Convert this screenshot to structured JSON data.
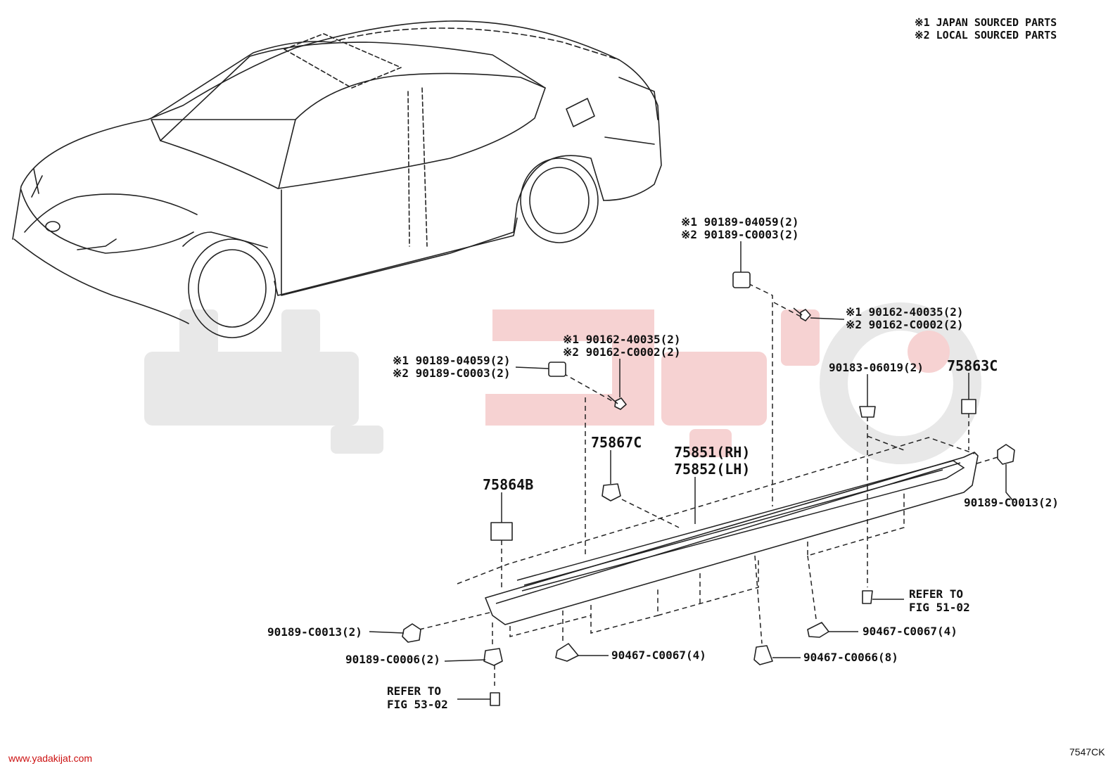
{
  "notes": {
    "japan": "※1 JAPAN SOURCED PARTS",
    "local": "※2 LOCAL SOURCED PARTS"
  },
  "callouts": {
    "top_clip_1": "※1 90189-04059(2)",
    "top_clip_2": "※2 90189-C0003(2)",
    "top_screw_1": "※1 90162-40035(2)",
    "top_screw_2": "※2 90162-C0002(2)",
    "mid_screw_1": "※1 90162-40035(2)",
    "mid_screw_2": "※2 90162-C0002(2)",
    "mid_clip_1": "※1 90189-04059(2)",
    "mid_clip_2": "※2 90189-C0003(2)",
    "nut_90183": "90183-06019(2)",
    "part_75863c": "75863C",
    "part_75867c": "75867C",
    "part_75851": "75851(RH)",
    "part_75852": "75852(LH)",
    "part_75864b": "75864B",
    "clip_right_c0013": "90189-C0013(2)",
    "refer_51_a": "REFER TO",
    "refer_51_b": "FIG 51-02",
    "clip_left_c0013": "90189-C0013(2)",
    "clip_c0006": "90189-C0006(2)",
    "grom_c0067_right": "90467-C0067(4)",
    "grom_c0067_left": "90467-C0067(4)",
    "grom_c0066": "90467-C0066(8)",
    "refer_53_a": "REFER TO",
    "refer_53_b": "FIG 53-02"
  },
  "footer": {
    "website": "www.yadakijat.com",
    "diagram_code": "7547CK"
  },
  "colors": {
    "line": "#222222",
    "watermark_gray": "#e8e8e8",
    "watermark_red": "#f6d2d2",
    "footer_red": "#cc1111"
  }
}
